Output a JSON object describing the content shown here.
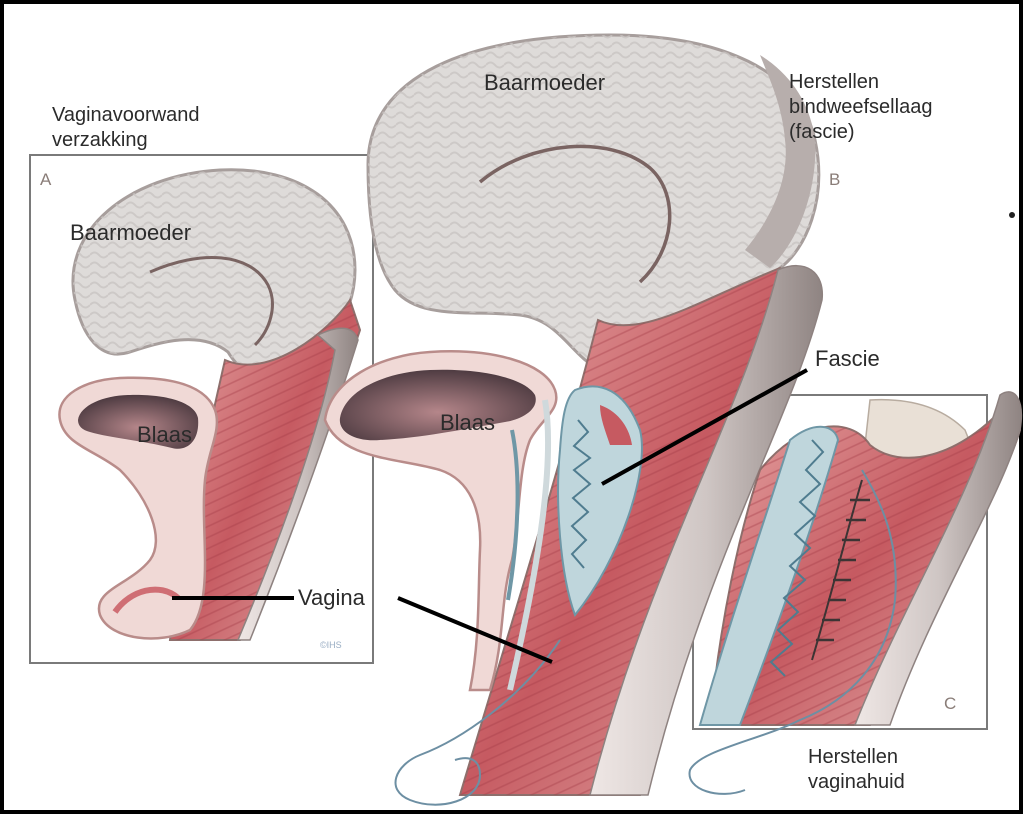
{
  "figure": {
    "panels": [
      {
        "letter": "A",
        "title_lines": [
          "Vaginavoorwand",
          "verzakking"
        ]
      },
      {
        "letter": "B",
        "title_lines": [
          "Herstellen",
          "bindweefsellaag",
          "(fascie)"
        ]
      },
      {
        "letter": "C",
        "title_lines": [
          "Herstellen",
          "vaginahuid"
        ]
      }
    ],
    "labels": {
      "uterus_a": "Baarmoeder",
      "uterus_b": "Baarmoeder",
      "bladder_a": "Blaas",
      "bladder_b": "Blaas",
      "vagina": "Vagina",
      "fascia": "Fascie"
    },
    "signature": "©IHS",
    "colors": {
      "uterus": "#dedbd9",
      "uterus_rim": "#a79e9c",
      "tissue_red": "#c2545b",
      "tissue_light": "#e9aeab",
      "fascia_blue": "#bfd6dc",
      "stitch": "#4f7c8f",
      "frame": "#7a7a7a"
    }
  }
}
